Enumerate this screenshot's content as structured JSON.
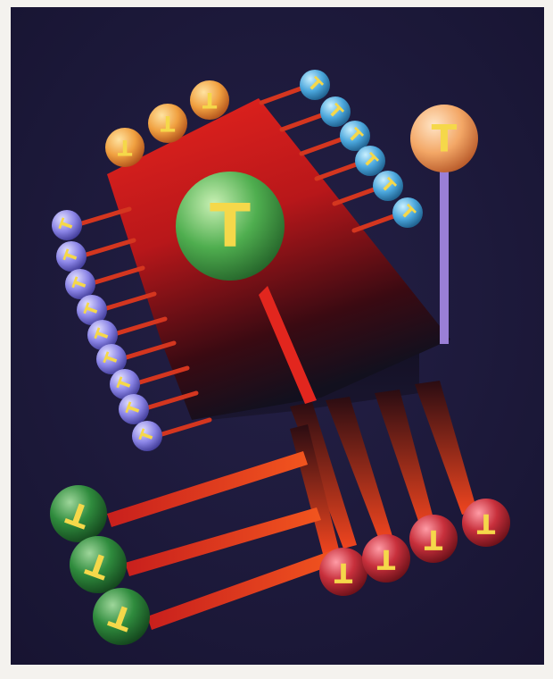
{
  "artwork": {
    "ball_letter": "T",
    "colors": {
      "frame": "#f4f2ee",
      "background": "#1d1a3a",
      "red": "#e3261f",
      "letter": "#f5d84a"
    },
    "groups": [
      {
        "name": "orange-top",
        "count": 3,
        "color": "#f0a040"
      },
      {
        "name": "cyan-right",
        "count": 6,
        "color": "#4aa6dc"
      },
      {
        "name": "orange-lollipop",
        "count": 1,
        "color": "#f3a766"
      },
      {
        "name": "green-center",
        "count": 1,
        "color": "#3fa24a"
      },
      {
        "name": "purple-left",
        "count": 9,
        "color": "#8a84e6"
      },
      {
        "name": "green-bottom-left",
        "count": 3,
        "color": "#2f8b3d"
      },
      {
        "name": "red-bottom-right",
        "count": 4,
        "color": "#c8303c"
      }
    ]
  }
}
